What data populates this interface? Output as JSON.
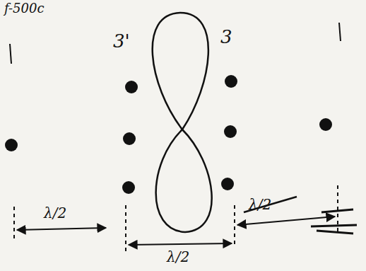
{
  "diagram": {
    "labels": [
      "f-500c",
      "3'",
      "3",
      "λ/2",
      "λ/2",
      "λ/2"
    ]
  }
}
